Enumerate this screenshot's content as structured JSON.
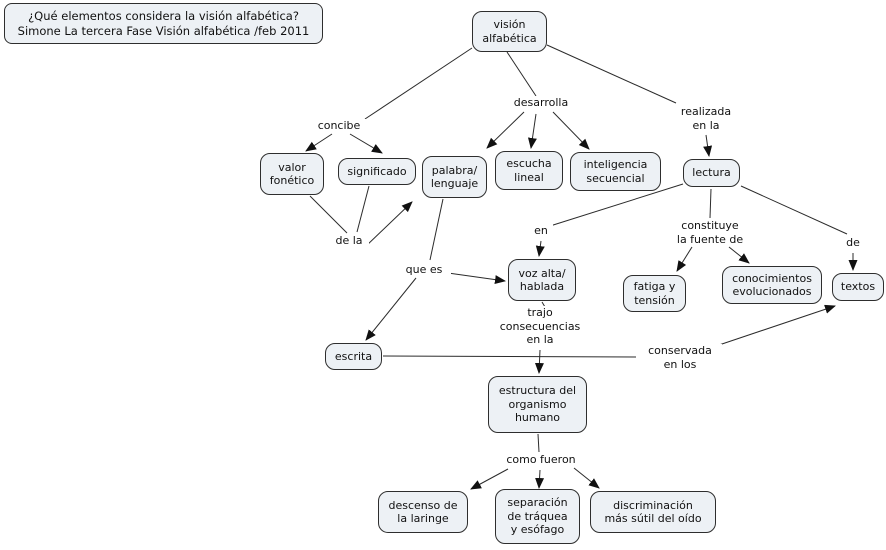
{
  "title": {
    "line1": "¿Qué elementos considera la visión alfabética?",
    "line2": "Simone La tercera Fase Visión alfabética /feb 2011"
  },
  "nodes": {
    "vision_alfabetica": "visión\nalfabética",
    "valor_fonetico": "valor\nfonético",
    "significado": "significado",
    "palabra_lenguaje": "palabra/\nlenguaje",
    "escucha_lineal": "escucha\nlineal",
    "inteligencia_secuencial": "inteligencia\nsecuencial",
    "lectura": "lectura",
    "voz_alta_hablada": "voz alta/\nhablada",
    "fatiga_tension": "fatiga y\ntensión",
    "conocimientos_evolucionados": "conocimientos\nevolucionados",
    "textos": "textos",
    "escrita": "escrita",
    "estructura_organismo": "estructura del\norganismo\nhumano",
    "descenso_laringe": "descenso de\nla laringe",
    "separacion_traquea": "separación\nde tráquea\ny esófago",
    "discriminacion_oido": "discriminación\nmás sútil del oído"
  },
  "links": {
    "concibe": "concibe",
    "desarrolla": "desarrolla",
    "realizada_en_la": "realizada\nen la",
    "de_la": "de la",
    "que_es": "que es",
    "en": "en",
    "constituye_fuente": "constituye\nla fuente de",
    "de": "de",
    "trajo_consecuencias": "trajo\nconsecuencias\nen la",
    "conservada_en_los": "conservada\nen los",
    "como_fueron": "como fueron"
  },
  "colors": {
    "node_fill": "#edf1f5",
    "node_border": "#2e2e2e",
    "connector": "#2b2b2b",
    "text": "#111111",
    "background": "#ffffff"
  }
}
